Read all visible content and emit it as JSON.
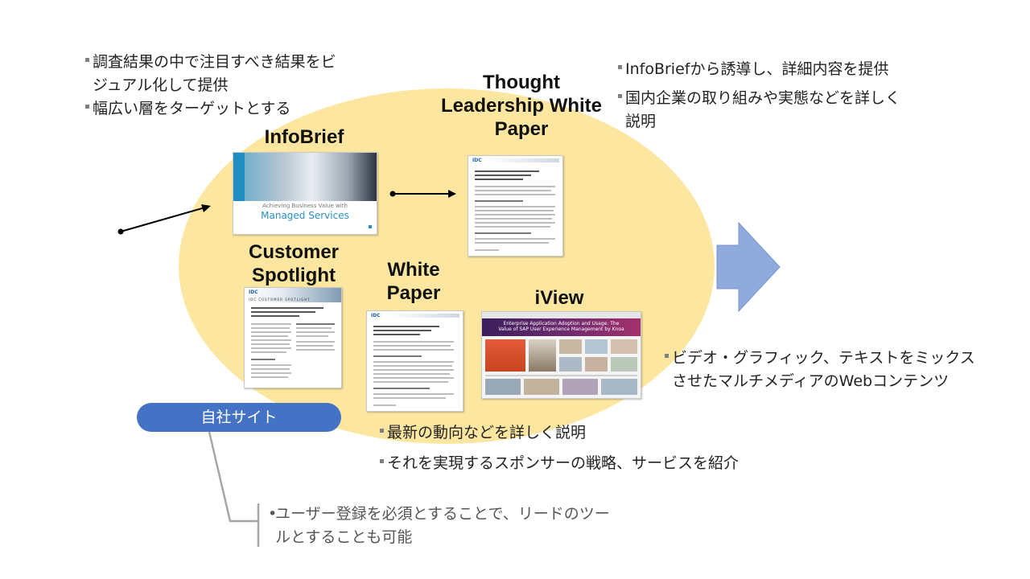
{
  "top_left_bullets": [
    {
      "line1": "調査結果の中で注目すべき結果をビ",
      "line2": "ジュアル化して提供"
    },
    {
      "line1": "幅広い層をターゲットとする"
    }
  ],
  "top_right_bullets": [
    {
      "line1": "InfoBriefから誘導し、詳細内容を提供"
    },
    {
      "line1": "国内企業の取り組みや実態などを詳しく",
      "line2": "説明"
    }
  ],
  "content_types": {
    "infobrief": {
      "title": "InfoBrief",
      "cover_subtitle": "Achieving Business Value with",
      "cover_title": "Managed Services"
    },
    "thought_leadership": {
      "title_line1": "Thought",
      "title_line2": "Leadership White",
      "title_line3": "Paper"
    },
    "customer_spotlight": {
      "title_line1": "Customer",
      "title_line2": "Spotlight",
      "header": "IDC CUSTOMER SPOTLIGHT"
    },
    "white_paper": {
      "title_line1": "White",
      "title_line2": "Paper"
    },
    "iview": {
      "title": "iView",
      "banner_line1": "Enterprise Application Adoption and Usage: The",
      "banner_line2": "Value of SAP User Experience Management by Knoa"
    }
  },
  "doc_logo": "IDC",
  "bottom_bullets": [
    {
      "line1": "最新の動向などを詳しく説明"
    },
    {
      "line1": "それを実現するスポンサーの戦略、サービスを紹介"
    }
  ],
  "right_bullet": {
    "line1": "ビデオ・グラフィック、テキストをミックス",
    "line2": "させたマルチメディアのWebコンテンツ"
  },
  "own_site_label": "自社サイト",
  "note": {
    "line1": "ユーザー登録を必須とすることで、リードのツー",
    "line2": "ルとすることも可能"
  },
  "colors": {
    "ellipse": "#fde7a0",
    "pill": "#4472c4",
    "arrow": "#8faadc",
    "connector": "#a6a6a6"
  }
}
